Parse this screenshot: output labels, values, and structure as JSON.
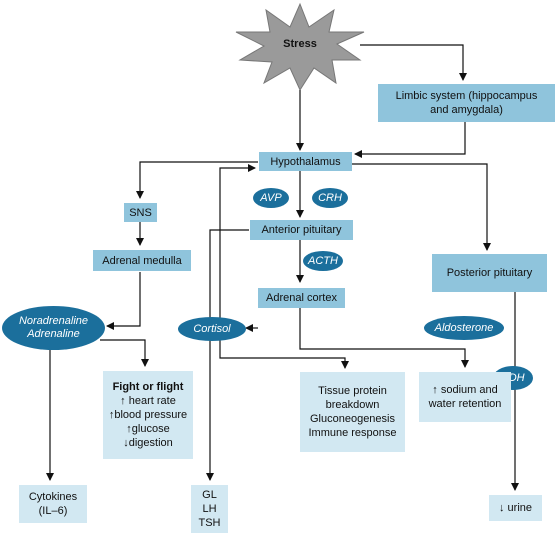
{
  "stress": "Stress",
  "limbic": [
    "Limbic system (hippocampus",
    "and amygdala)"
  ],
  "hypothalamus": "Hypothalamus",
  "sns": "SNS",
  "avp": "AVP",
  "crh": "CRH",
  "anterior_pituitary": "Anterior pituitary",
  "adrenal_medulla": "Adrenal medulla",
  "acth": "ACTH",
  "posterior_pituitary": "Posterior pituitary",
  "adrenal_cortex": "Adrenal cortex",
  "noradrenaline": "Noradrenaline",
  "adrenaline": "Adrenaline",
  "cortisol": "Cortisol",
  "aldosterone": "Aldosterone",
  "adh": "ADH",
  "fight_title": "Fight or flight",
  "fight_items": [
    "↑ heart rate",
    "↑blood pressure",
    "↑glucose",
    "↓digestion"
  ],
  "tissue": [
    "Tissue protein",
    "breakdown",
    "Gluconeogenesis",
    "Immune response"
  ],
  "sodium": [
    "↑ sodium and",
    "water retention"
  ],
  "cytokines": [
    "Cytokines",
    "(IL–6)"
  ],
  "hormones": [
    "GL",
    "LH",
    "TSH"
  ],
  "urine": "↓ urine",
  "colors": {
    "box": "#8fc4dc",
    "light_box": "#d2e8f2",
    "oval": "#1b6f9c",
    "star": "#9a9a9a"
  }
}
